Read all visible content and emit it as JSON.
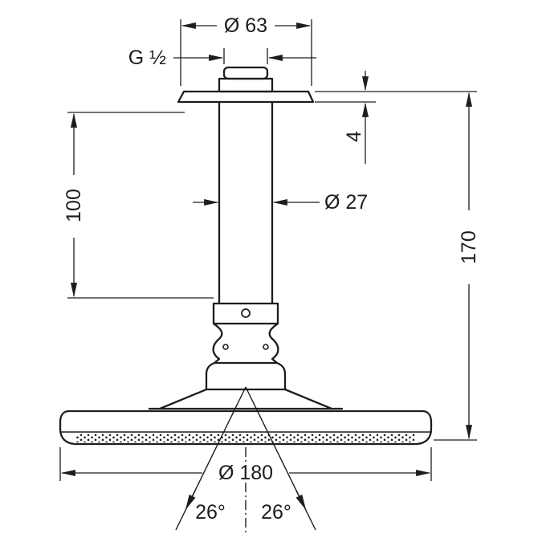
{
  "colors": {
    "background": "#ffffff",
    "line": "#1d1d1b"
  },
  "dimensions": {
    "plate_diameter": "Ø 63",
    "thread_size": "G ½",
    "plate_height": "4",
    "pipe_diameter": "Ø 27",
    "pipe_length": "100",
    "overall_height": "170",
    "spray_face_diameter": "Ø 180",
    "spray_angle_left": "26°",
    "spray_angle_right": "26°"
  }
}
